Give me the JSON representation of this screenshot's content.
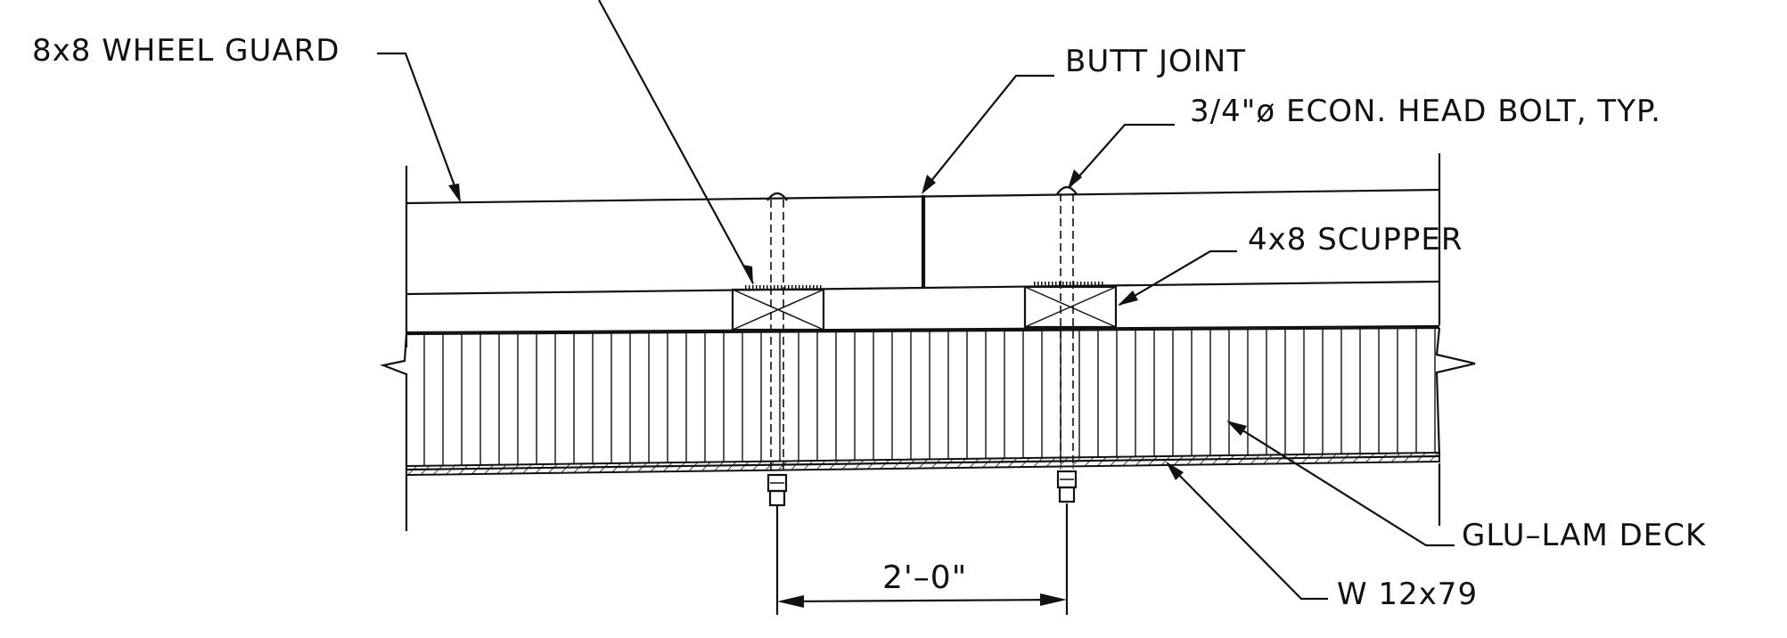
{
  "labels": {
    "wheel_guard": "8x8 WHEEL GUARD",
    "butt_joint": "BUTT JOINT",
    "bolt": "3/4\"ø ECON. HEAD BOLT, TYP.",
    "scupper": "4x8 SCUPPER",
    "deck": "GLU–LAM DECK",
    "beam": "W 12x79"
  },
  "dimension": {
    "spacing": "2'–0\""
  }
}
